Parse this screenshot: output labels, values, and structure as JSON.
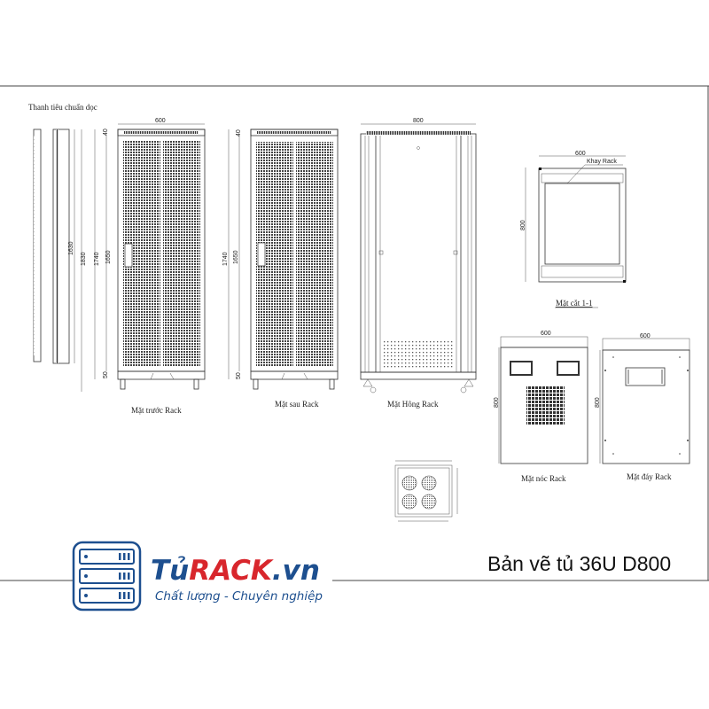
{
  "drawing": {
    "title": "Bản vẽ tủ 36U D800",
    "rail_label": "Thanh tiêu chuẩn dọc",
    "views": {
      "front": "Mặt trước Rack",
      "rear": "Mặt sau Rack",
      "side": "Mặt Hông Rack",
      "section": "Mặt cắt 1-1",
      "top": "Mặt nóc Rack",
      "bottom": "Mặt đáy Rack"
    },
    "tray_label": "Khay Rack",
    "dimensions": {
      "rail_height": "1630",
      "total_height": "1830",
      "body_height": "1740",
      "inner_height": "1650",
      "top_gap": "40",
      "bottom_gap": "50",
      "width": "600",
      "depth": "800"
    }
  },
  "logo": {
    "brand_part1": "Tủ",
    "brand_part2": "RACK",
    "brand_part3": ".vn",
    "slogan": "Chất lượng - Chuyên nghiệp",
    "colors": {
      "blue": "#1d4f8f",
      "red": "#d8262c"
    }
  }
}
